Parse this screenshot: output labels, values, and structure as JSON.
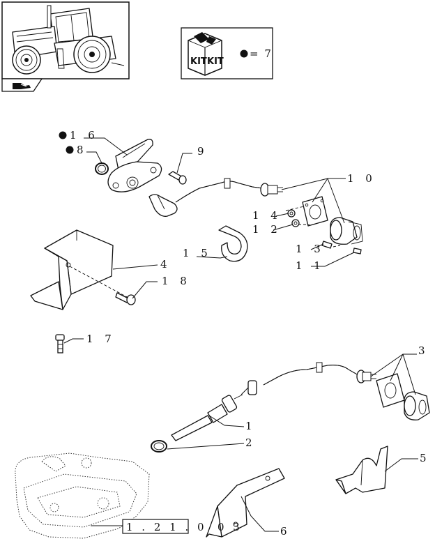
{
  "kit_legend": {
    "kit_label_1": "KIT",
    "kit_label_2": "KIT",
    "equals": "= 7"
  },
  "reference_box": {
    "text": "1 . 2 1 . 0",
    "suffix": "0 3"
  },
  "callouts": {
    "c1": "1",
    "c2": "2",
    "c3": "3",
    "c4": "4",
    "c5": "5",
    "c6": "6",
    "c8": "8",
    "c9": "9",
    "c10": "1 0",
    "c11": "1 1",
    "c12": "1 2",
    "c13": "1 3",
    "c14": "1 4",
    "c15": "1 5",
    "c16": "1 6",
    "c17": "1 7",
    "c18": "1 8"
  },
  "kit_marked_parts": [
    "1 6",
    "8"
  ],
  "icons": [
    "tractor-thumbnail-icon",
    "navigation-hand-icon",
    "kit-box-icon",
    "kit-bullet-icon"
  ]
}
